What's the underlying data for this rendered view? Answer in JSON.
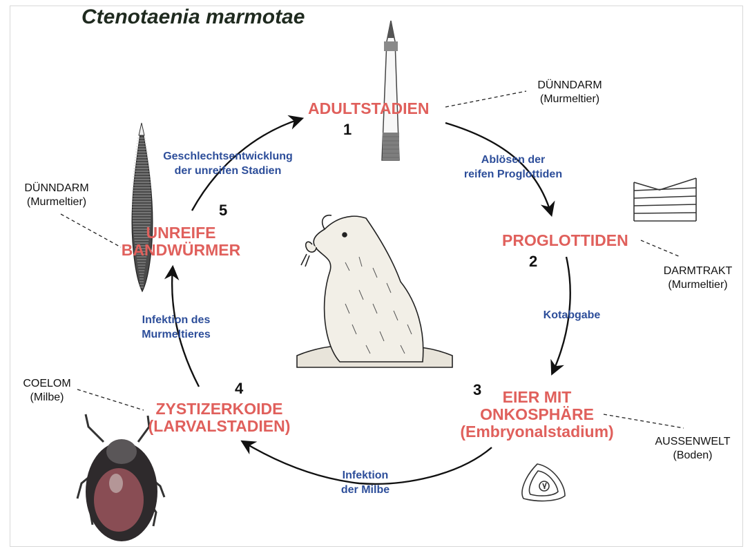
{
  "title": "Ctenotaenia marmotae",
  "stages": [
    {
      "number": "1",
      "lines": [
        "ADULTSTADIEN"
      ]
    },
    {
      "number": "2",
      "lines": [
        "PROGLOTTIDEN"
      ]
    },
    {
      "number": "3",
      "lines": [
        "EIER MIT",
        "ONKOSPHÄRE",
        "(Embryonalstadium)"
      ]
    },
    {
      "number": "4",
      "lines": [
        "ZYSTIZERKOIDE",
        "(LARVALSTADIEN)"
      ]
    },
    {
      "number": "5",
      "lines": [
        "UNREIFE",
        "BANDWÜRMER"
      ]
    }
  ],
  "transitions": [
    {
      "lines": [
        "Ablösen der",
        "reifen Proglottiden"
      ]
    },
    {
      "lines": [
        "Kotabgabe"
      ]
    },
    {
      "lines": [
        "Infektion",
        "der Milbe"
      ]
    },
    {
      "lines": [
        "Infektion des",
        "Murmeltieres"
      ]
    },
    {
      "lines": [
        "Geschlechtsentwicklung",
        "der unreifen Stadien"
      ]
    }
  ],
  "locations": [
    {
      "lines": [
        "DÜNNDARM",
        "(Murmeltier)"
      ]
    },
    {
      "lines": [
        "DARMTRAKT",
        "(Murmeltier)"
      ]
    },
    {
      "lines": [
        "AUSSENWELT",
        "(Boden)"
      ]
    },
    {
      "lines": [
        "COELOM",
        "(Milbe)"
      ]
    },
    {
      "lines": [
        "DÜNNDARM",
        "(Murmeltier)"
      ]
    }
  ],
  "colors": {
    "stage_label": "#e0605c",
    "transition_label": "#2d4e9a",
    "location_label": "#111111",
    "arrow": "#111111"
  }
}
